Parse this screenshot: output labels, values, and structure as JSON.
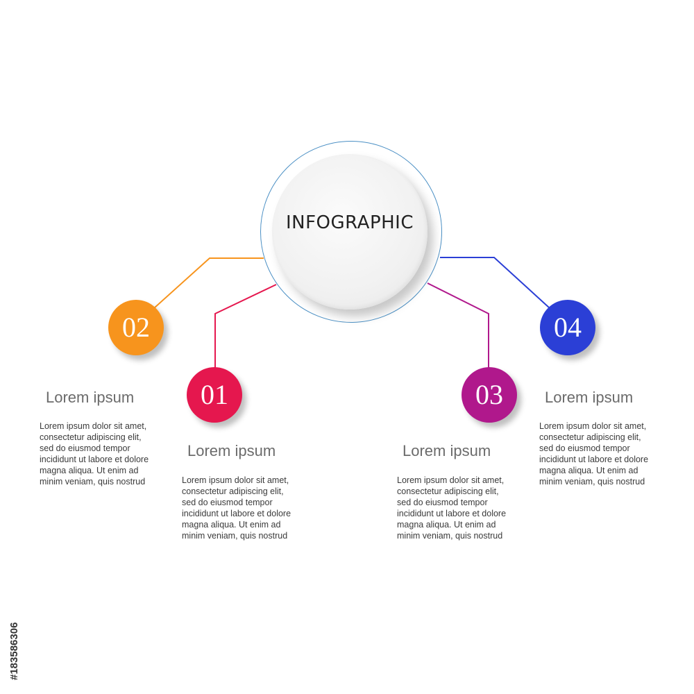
{
  "center": {
    "title": "INFOGRAPHIC"
  },
  "colors": {
    "ring": "#4a8fc4",
    "step01": "#e5174e",
    "step02": "#f7941d",
    "step03": "#b0188c",
    "step04": "#2b3fd6"
  },
  "steps": [
    {
      "number": "01",
      "heading": "Lorem ipsum",
      "lines": [
        "Lorem ipsum dolor sit amet,",
        "consectetur adipiscing elit,",
        "sed do eiusmod tempor",
        "incididunt ut labore et dolore",
        "magna aliqua. Ut enim ad",
        "minim veniam, quis nostrud"
      ]
    },
    {
      "number": "02",
      "heading": "Lorem ipsum",
      "lines": [
        "Lorem ipsum dolor sit amet,",
        "consectetur adipiscing elit,",
        "sed do eiusmod tempor",
        "incididunt ut labore et dolore",
        "magna aliqua. Ut enim ad",
        "minim veniam, quis nostrud"
      ]
    },
    {
      "number": "03",
      "heading": "Lorem ipsum",
      "lines": [
        "Lorem ipsum dolor sit amet,",
        "consectetur adipiscing elit,",
        "sed do eiusmod tempor",
        "incididunt ut labore et dolore",
        "magna aliqua. Ut enim ad",
        "minim veniam, quis nostrud"
      ]
    },
    {
      "number": "04",
      "heading": "Lorem ipsum",
      "lines": [
        "Lorem ipsum dolor sit amet,",
        "consectetur adipiscing elit,",
        "sed do eiusmod tempor",
        "incididunt ut labore et dolore",
        "magna aliqua. Ut enim ad",
        "minim veniam, quis nostrud"
      ]
    }
  ],
  "stock_id": "#183586306"
}
